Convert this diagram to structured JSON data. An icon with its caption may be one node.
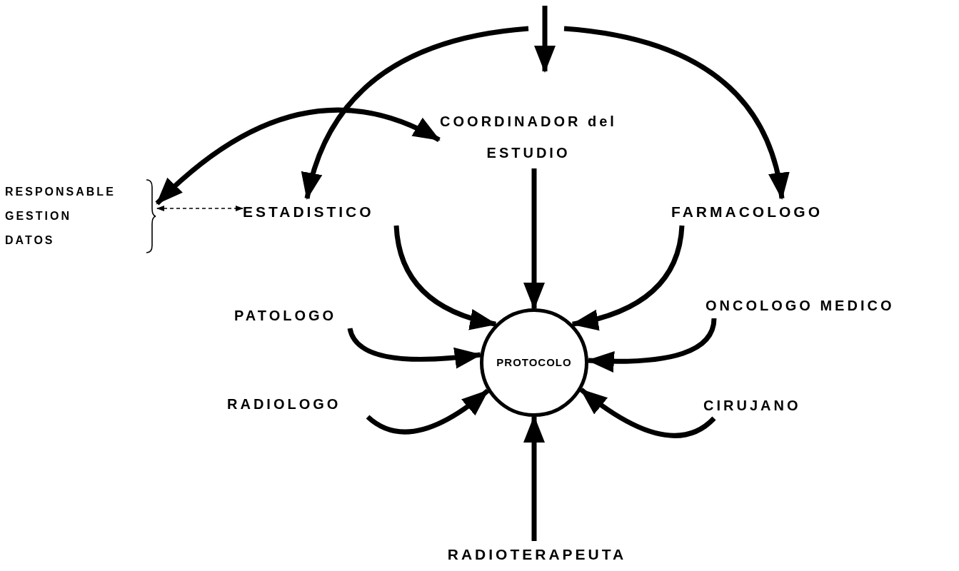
{
  "diagram": {
    "nodes": [
      {
        "text": [
          "COORDINADOR del ESTUDIO"
        ]
      },
      {
        "text": [
          "RESPONSABLE GESTION DATOS"
        ]
      },
      {
        "text": [
          "ESTADISTICO"
        ]
      },
      {
        "text": [
          "FARMACOLOGO"
        ]
      },
      {
        "text": [
          "PATOLOGO"
        ]
      },
      {
        "text": [
          "PROTOCOLO"
        ]
      },
      {
        "text": [
          "ONCOLOGO MEDICO"
        ]
      },
      {
        "text": [
          "RADIOLOGO"
        ]
      },
      {
        "text": [
          "CIRUJANO"
        ]
      },
      {
        "text": [
          "RADIOTERAPEUTA"
        ]
      }
    ],
    "edges": [
      {
        "from": null,
        "to": 0,
        "arrow": "to"
      },
      {
        "from": null,
        "to": 2,
        "arrow": "to"
      },
      {
        "from": null,
        "to": 3,
        "arrow": "to"
      },
      {
        "from": 1,
        "to": 0,
        "arrow": "both"
      },
      {
        "from": 1,
        "to": 2,
        "arrow": "both",
        "style": "dashed"
      },
      {
        "from": 0,
        "to": 5,
        "arrow": "to"
      },
      {
        "from": 2,
        "to": 5,
        "arrow": "to"
      },
      {
        "from": 3,
        "to": 5,
        "arrow": "to"
      },
      {
        "from": 4,
        "to": 5,
        "arrow": "to"
      },
      {
        "from": 6,
        "to": 5,
        "arrow": "to"
      },
      {
        "from": 7,
        "to": 5,
        "arrow": "to"
      },
      {
        "from": 8,
        "to": 5,
        "arrow": "to"
      },
      {
        "from": 9,
        "to": 5,
        "arrow": "to"
      }
    ]
  }
}
